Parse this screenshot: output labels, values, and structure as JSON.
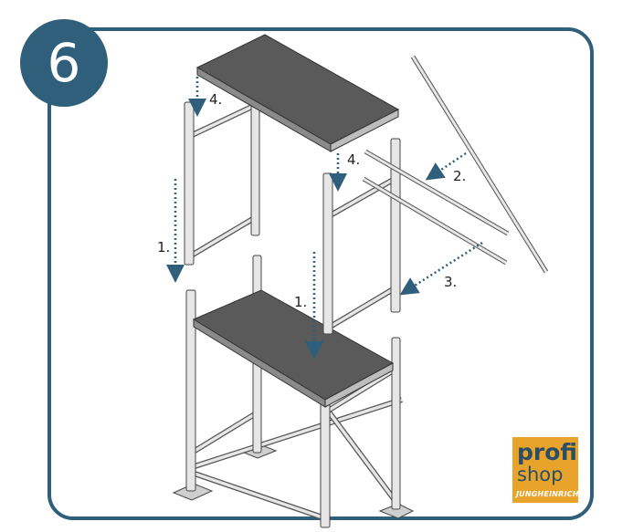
{
  "step": {
    "number": "6"
  },
  "labels": {
    "top_left_step": "4.",
    "top_right_step": "4.",
    "left_frame_step": "1.",
    "center_frame_step": "1.",
    "diagonal_step": "2.",
    "guardrail_step": "3."
  },
  "logo": {
    "line1": "profi",
    "line2": "shop",
    "brand": "JUNGHEINRICH"
  },
  "colors": {
    "frame": "#2f5f7a",
    "arrow": "#2f5f7a",
    "platform": "#5a5a5a",
    "logo_bg": "#e8a42a"
  }
}
